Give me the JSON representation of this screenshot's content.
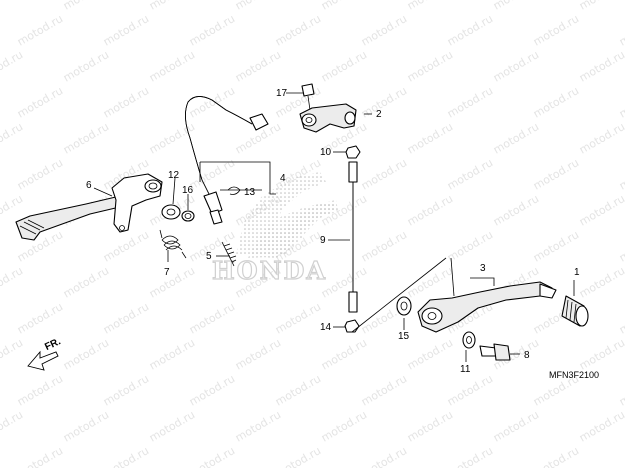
{
  "watermark_text": "motod.ru",
  "brand_logo_text": "HONDA",
  "direction_label": "FR.",
  "diagram_code": "MFN3F2100",
  "callouts": [
    {
      "id": "p1",
      "label": "1"
    },
    {
      "id": "p2",
      "label": "2"
    },
    {
      "id": "p3",
      "label": "3"
    },
    {
      "id": "p4",
      "label": "4"
    },
    {
      "id": "p5",
      "label": "5"
    },
    {
      "id": "p6",
      "label": "6"
    },
    {
      "id": "p7",
      "label": "7"
    },
    {
      "id": "p8",
      "label": "8"
    },
    {
      "id": "p9",
      "label": "9"
    },
    {
      "id": "p10",
      "label": "10"
    },
    {
      "id": "p11",
      "label": "11"
    },
    {
      "id": "p12",
      "label": "12"
    },
    {
      "id": "p13",
      "label": "13"
    },
    {
      "id": "p14",
      "label": "14"
    },
    {
      "id": "p15",
      "label": "15"
    },
    {
      "id": "p16",
      "label": "16"
    },
    {
      "id": "p17",
      "label": "17"
    }
  ]
}
